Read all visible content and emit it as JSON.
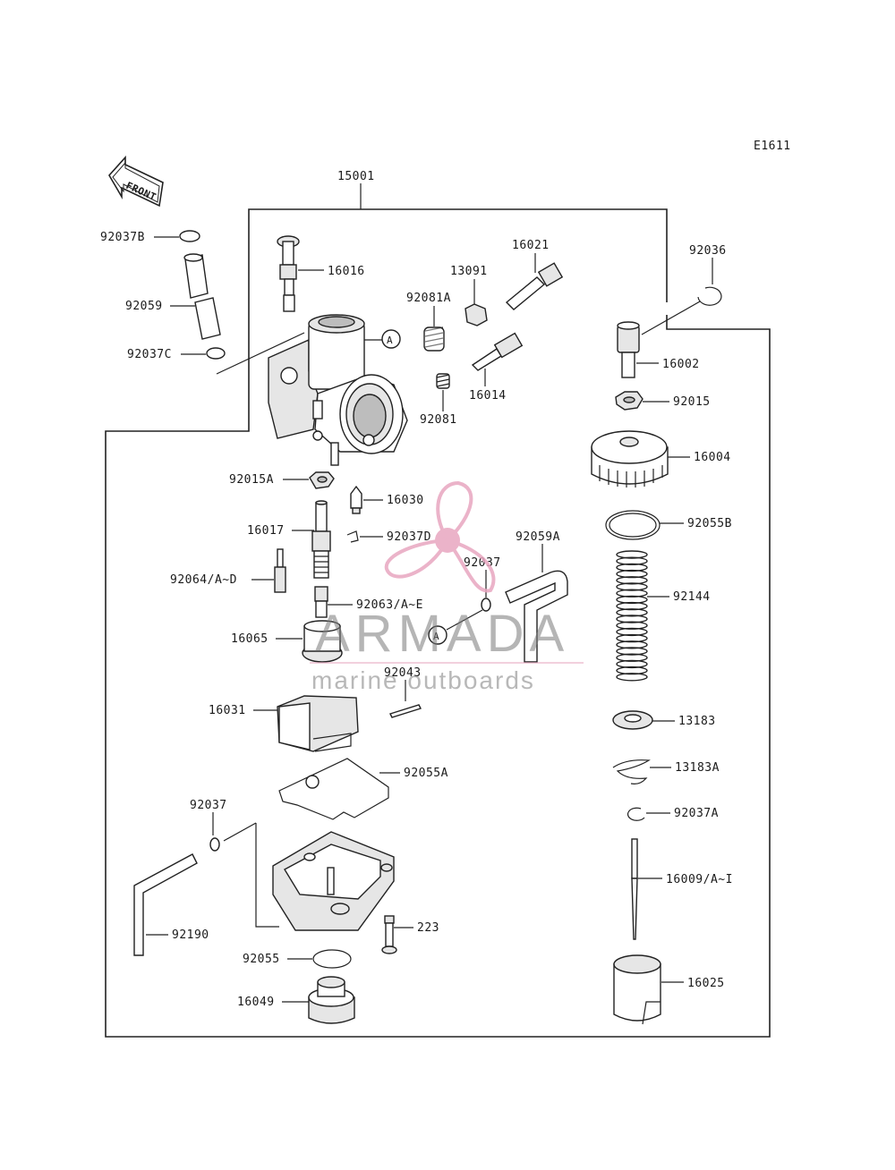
{
  "diagram_code": "E1611",
  "front_arrow_label": "FRONT",
  "assembly_label": "15001",
  "ref_marker": "A",
  "watermark": {
    "brand": "ARMADA",
    "tagline": "marine outboards",
    "logo": "propeller-logo",
    "logo_color": "#e8a6c0"
  },
  "callouts": {
    "p92037B": "92037B",
    "p92059": "92059",
    "p92037C": "92037C",
    "p16016": "16016",
    "p92081A": "92081A",
    "p13091": "13091",
    "p16021": "16021",
    "p92036": "92036",
    "p16002": "16002",
    "p16014": "16014",
    "p92081": "92081",
    "p92015": "92015",
    "p16004": "16004",
    "p92015A": "92015A",
    "p16030": "16030",
    "p92055B": "92055B",
    "p16017": "16017",
    "p92037D": "92037D",
    "p92059A": "92059A",
    "p92037": "92037",
    "p92064": "92064/A~D",
    "p92144": "92144",
    "p92063": "92063/A~E",
    "p16065": "16065",
    "p92043": "92043",
    "p16031": "16031",
    "p13183": "13183",
    "p92055A": "92055A",
    "p13183A": "13183A",
    "p92037_2": "92037",
    "p92037A": "92037A",
    "p16009": "16009/A~I",
    "p223": "223",
    "p92190": "92190",
    "p92055": "92055",
    "p16025": "16025",
    "p16049": "16049"
  }
}
